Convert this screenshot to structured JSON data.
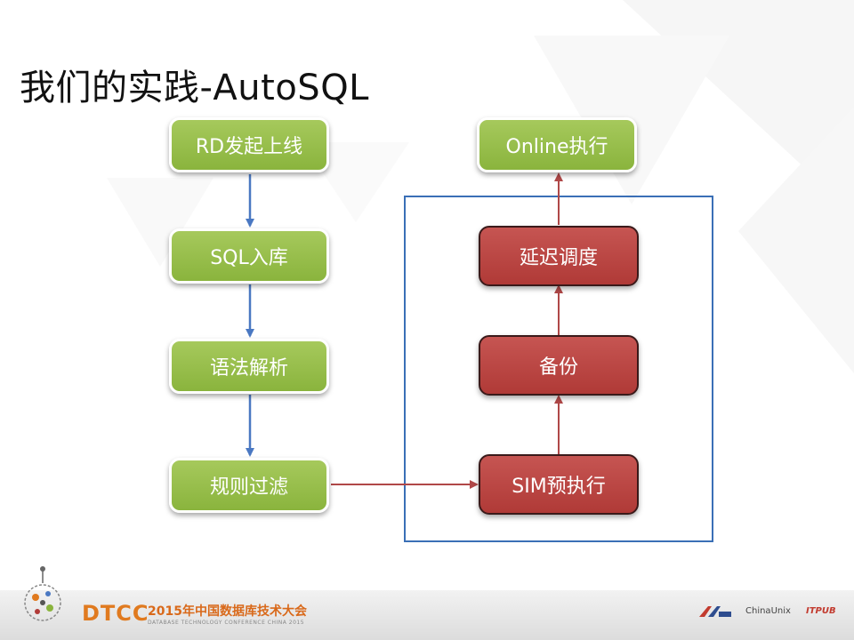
{
  "slide": {
    "title": "我们的实践-AutoSQL"
  },
  "diagram": {
    "left_column": [
      {
        "label": "RD发起上线"
      },
      {
        "label": "SQL入库"
      },
      {
        "label": "语法解析"
      },
      {
        "label": "规则过滤"
      }
    ],
    "right_column": [
      {
        "label": "Online执行"
      },
      {
        "label": "延迟调度"
      },
      {
        "label": "备份"
      },
      {
        "label": "SIM预执行"
      }
    ]
  },
  "footer": {
    "brand": "DTCC",
    "conference_title": "2015年中国数据库技术大会",
    "conference_subtitle": "DATABASE TECHNOLOGY CONFERENCE CHINA 2015",
    "sponsors": [
      "ChinaUnix",
      "ITPUB"
    ]
  },
  "colors": {
    "green_box": "#8ab43d",
    "red_box": "#b03a37",
    "blue_arrow": "#4a78c2",
    "red_arrow": "#b04848",
    "frame": "#3a6fb6",
    "dtcc_orange": "#e07a1f"
  }
}
